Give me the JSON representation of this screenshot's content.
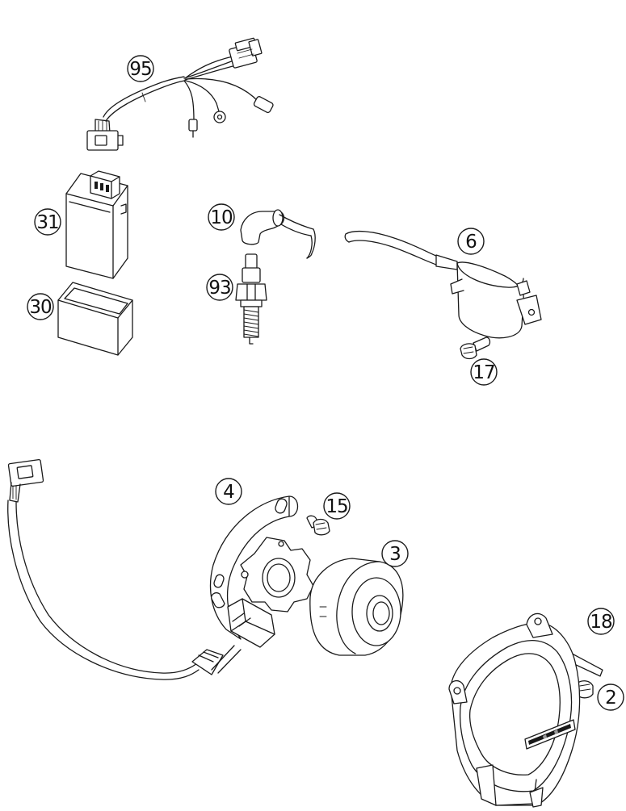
{
  "diagram": {
    "callouts": [
      {
        "id": "c95",
        "label": "95"
      },
      {
        "id": "c31",
        "label": "31"
      },
      {
        "id": "c30",
        "label": "30"
      },
      {
        "id": "c10",
        "label": "10"
      },
      {
        "id": "c93",
        "label": "93"
      },
      {
        "id": "c6",
        "label": "6"
      },
      {
        "id": "c17",
        "label": "17"
      },
      {
        "id": "c4",
        "label": "4"
      },
      {
        "id": "c15",
        "label": "15"
      },
      {
        "id": "c3",
        "label": "3"
      },
      {
        "id": "c18",
        "label": "18"
      },
      {
        "id": "c2",
        "label": "2"
      }
    ]
  },
  "colors": {
    "line": "#1a1a1a",
    "background": "#ffffff",
    "shade": "#9a9a9a"
  }
}
